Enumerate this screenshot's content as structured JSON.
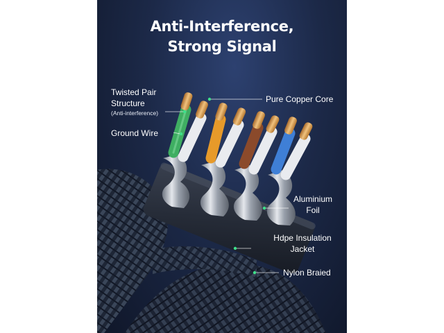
{
  "title": {
    "line1": "Anti-Interference,",
    "line2": "Strong Signal"
  },
  "callouts": {
    "twisted_pair": "Twisted Pair",
    "structure": "Structure",
    "anti_interference_note": "(Anti-interference)",
    "ground_wire": "Ground Wire",
    "pure_copper_core": "Pure Copper Core",
    "aluminium": "Aluminium",
    "foil": "Foil",
    "hdpe_insulation": "Hdpe Insulation",
    "jacket": "Jacket",
    "nylon_braided": "Nylon Braied"
  },
  "colors": {
    "background": "#1c2948",
    "accent_dot": "#3ee08a",
    "wire_green": "#3fae62",
    "wire_orange": "#e79a2a",
    "wire_brown": "#8b4a2b",
    "wire_blue": "#3f7fd6",
    "wire_white": "#e9ebef",
    "copper": "#d9a15a"
  }
}
